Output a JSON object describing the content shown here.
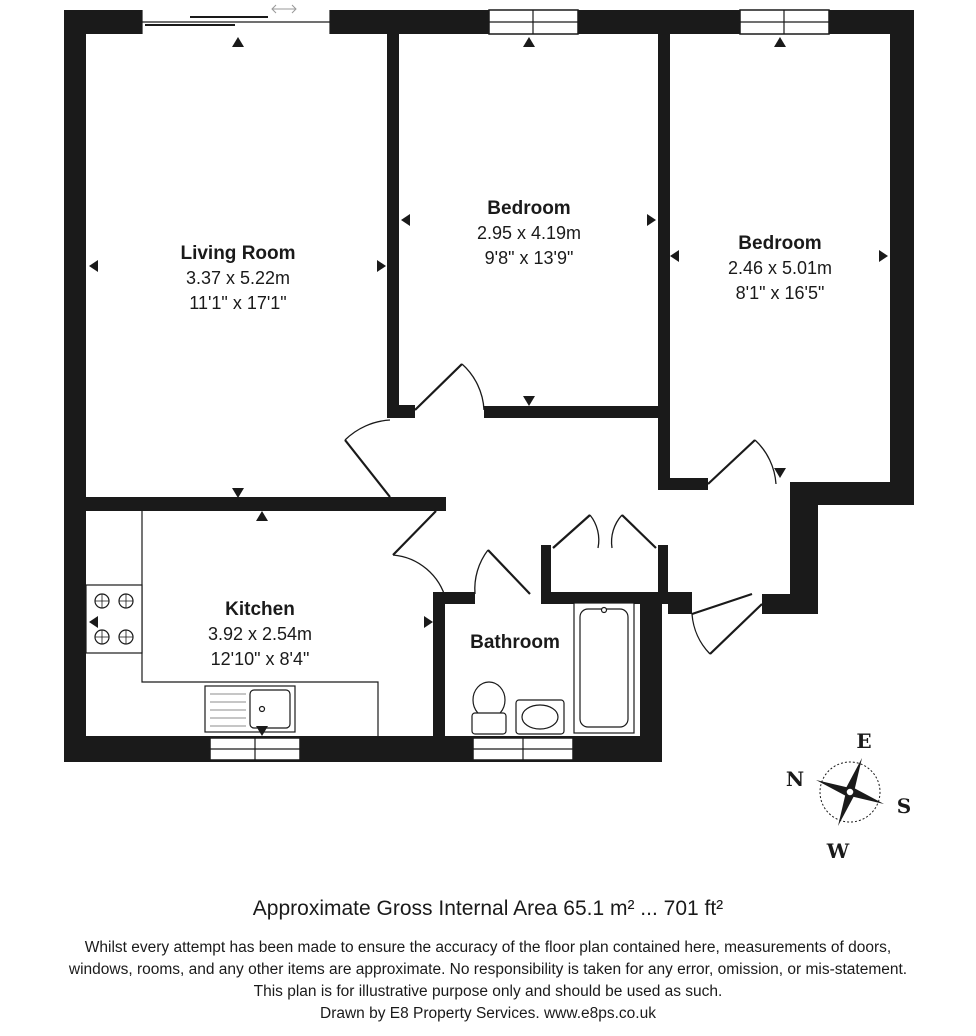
{
  "rooms": {
    "living": {
      "name": "Living Room",
      "metric": "3.37 x 5.22m",
      "imperial": "11'1\" x 17'1\""
    },
    "bedroom1": {
      "name": "Bedroom",
      "metric": "2.95 x 4.19m",
      "imperial": "9'8\" x 13'9\""
    },
    "bedroom2": {
      "name": "Bedroom",
      "metric": "2.46 x 5.01m",
      "imperial": "8'1\" x 16'5\""
    },
    "kitchen": {
      "name": "Kitchen",
      "metric": "3.92 x 2.54m",
      "imperial": "12'10\" x 8'4\""
    },
    "bathroom": {
      "name": "Bathroom"
    }
  },
  "compass": {
    "n": "N",
    "e": "E",
    "s": "S",
    "w": "W"
  },
  "footer": {
    "area": "Approximate Gross Internal Area 65.1 m² ... 701 ft²",
    "disclaimer": [
      "Whilst every attempt has been made to ensure the accuracy of the floor plan contained here, measurements of doors,",
      "windows, rooms, and any other items are approximate. No responsibility is taken for any error, omission, or mis-statement.",
      "This plan is for illustrative purpose only and should be used as such.",
      "Drawn by E8 Property Services. www.e8ps.co.uk"
    ]
  }
}
